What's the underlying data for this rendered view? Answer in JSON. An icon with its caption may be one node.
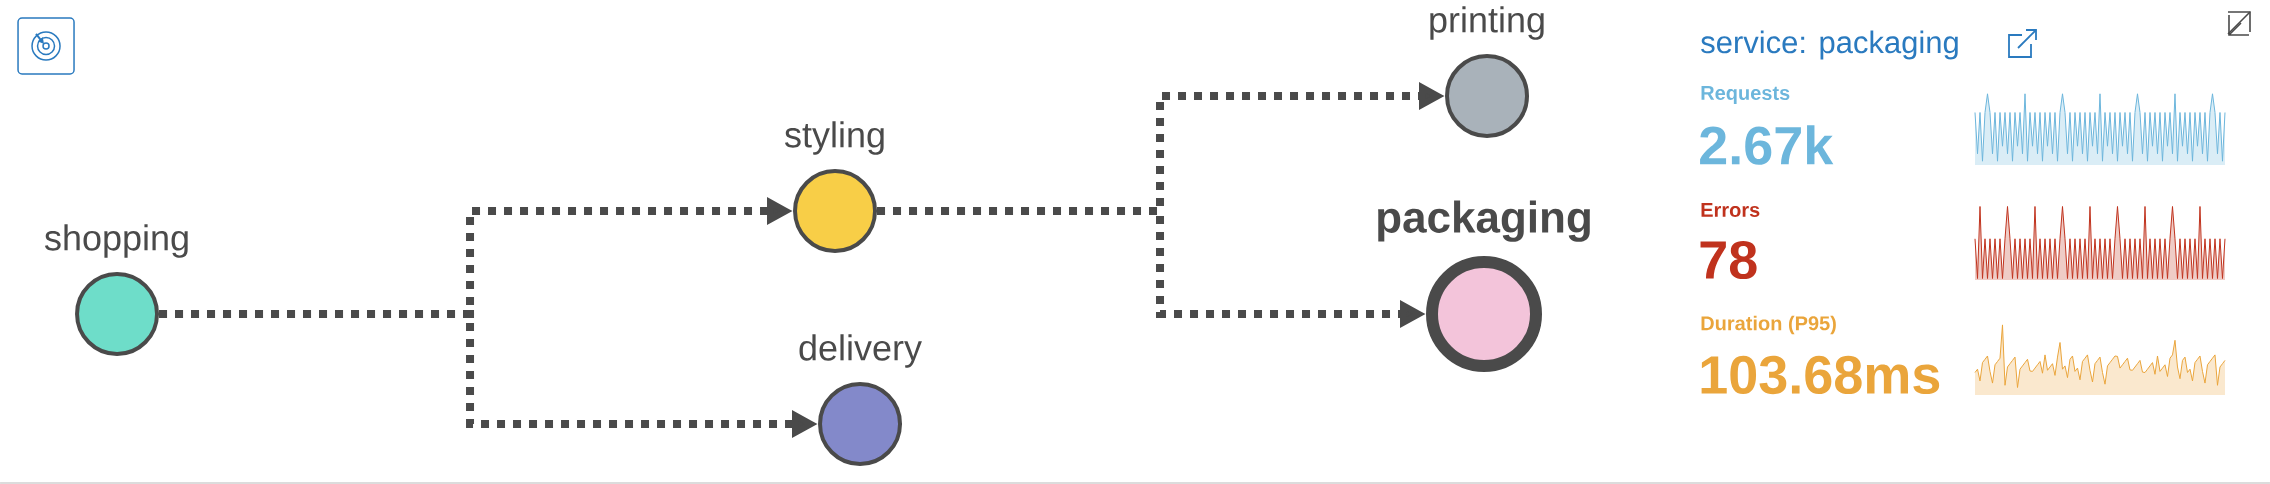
{
  "diagram": {
    "title": "service: packaging",
    "nodes": [
      {
        "text": [
          "shopping"
        ]
      },
      {
        "text": [
          "styling"
        ]
      },
      {
        "text": [
          "delivery"
        ]
      },
      {
        "text": [
          "printing"
        ]
      },
      {
        "text": [
          "packaging"
        ]
      }
    ],
    "edges": [
      {
        "from": 0,
        "to": 1,
        "arrow": "to",
        "style": "dashed"
      },
      {
        "from": 0,
        "to": 2,
        "arrow": "to",
        "style": "dashed"
      },
      {
        "from": 1,
        "to": 3,
        "arrow": "to",
        "style": "dashed"
      },
      {
        "from": 1,
        "to": 4,
        "arrow": "to",
        "style": "dashed"
      }
    ],
    "labels": [
      "Requests",
      "2.67k",
      "Errors",
      "78",
      "Duration (P95)",
      "103.68ms"
    ]
  }
}
